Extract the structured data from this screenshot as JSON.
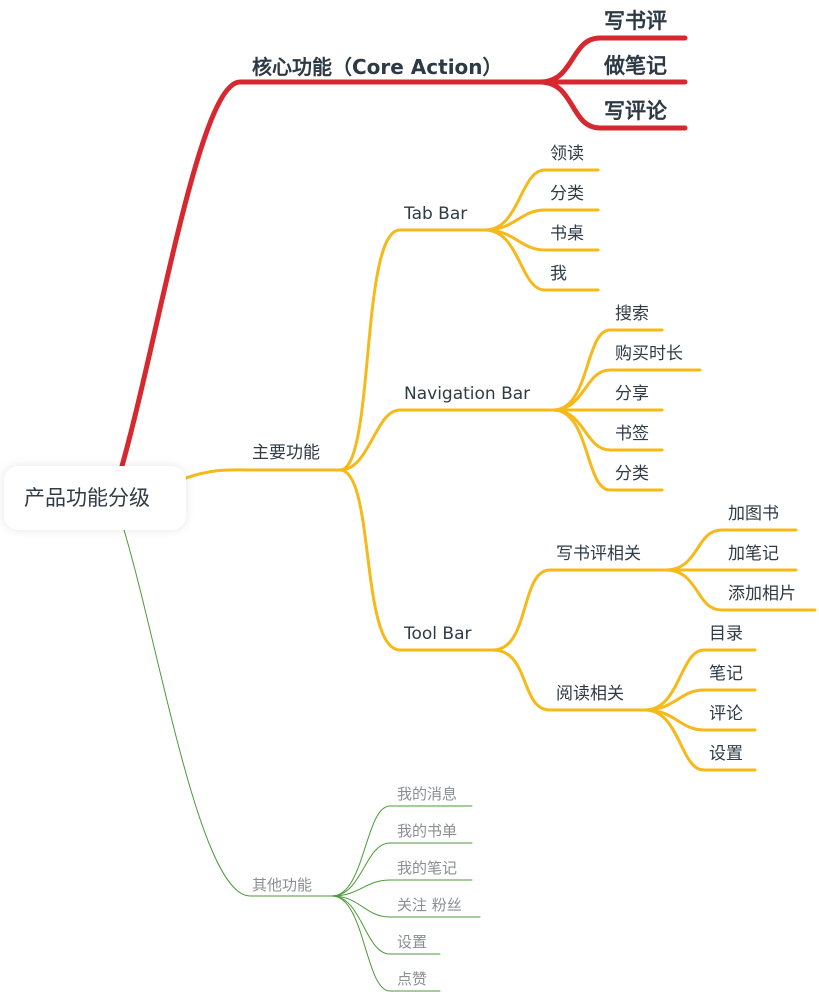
{
  "root": {
    "label": "产品功能分级"
  },
  "core": {
    "label": "核心功能（Core Action）",
    "color": "#d7282f",
    "children": [
      "写书评",
      "做笔记",
      "写评论"
    ]
  },
  "main": {
    "label": "主要功能",
    "color": "#f6b91a",
    "children": [
      {
        "label": "Tab Bar",
        "children": [
          "领读",
          "分类",
          "书桌",
          "我"
        ]
      },
      {
        "label": "Navigation Bar",
        "children": [
          "搜索",
          "购买时长",
          "分享",
          "书签",
          "分类"
        ]
      },
      {
        "label": "Tool Bar",
        "children": [
          {
            "label": "写书评相关",
            "children": [
              "加图书",
              "加笔记",
              "添加相片"
            ]
          },
          {
            "label": "阅读相关",
            "children": [
              "目录",
              "笔记",
              "评论",
              "设置"
            ]
          }
        ]
      }
    ]
  },
  "other": {
    "label": "其他功能",
    "color": "#4e9a3c",
    "children": [
      "我的消息",
      "我的书单",
      "我的笔记",
      "关注 粉丝",
      "设置",
      "点赞"
    ]
  }
}
